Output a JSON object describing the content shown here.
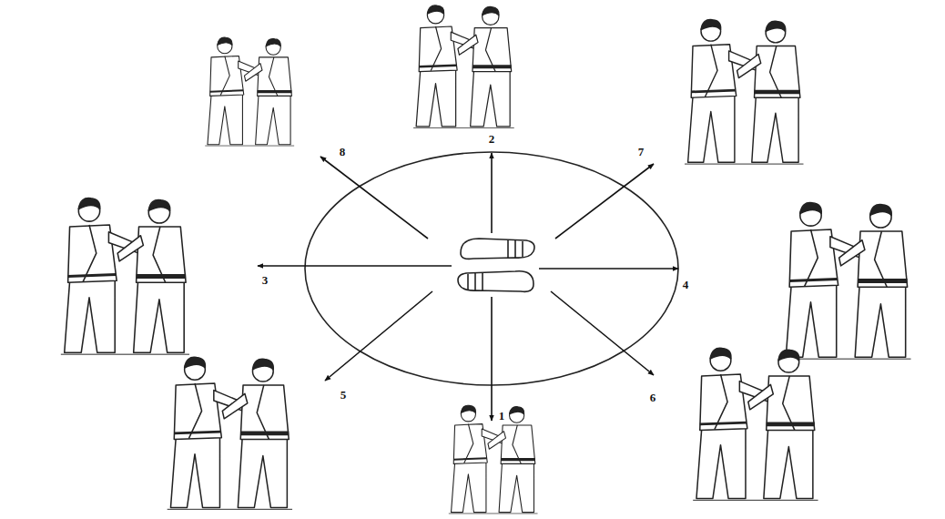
{
  "diagram": {
    "labels": [
      "2",
      "8",
      "7",
      "3",
      "4",
      "5",
      "6",
      "1"
    ]
  }
}
